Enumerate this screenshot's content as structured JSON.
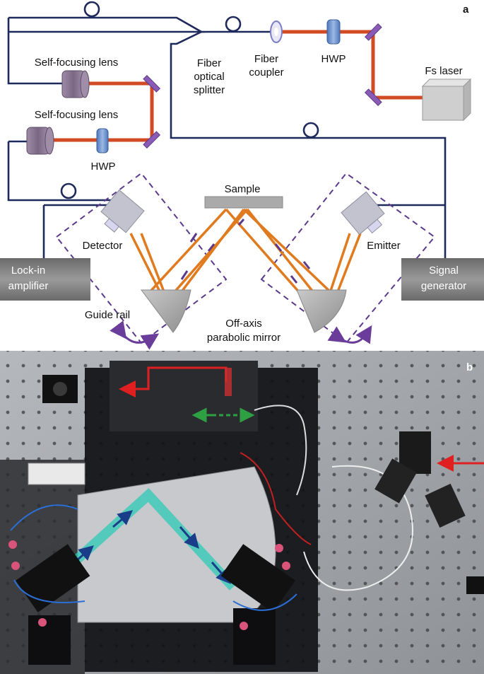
{
  "panel_a": {
    "label": "a",
    "components": {
      "fiber_splitter": [
        "Fiber",
        "optical",
        "splitter"
      ],
      "fiber_coupler": [
        "Fiber",
        "coupler"
      ],
      "hwp_top": "HWP",
      "fs_laser": "Fs laser",
      "self_focusing_lens_1": "Self-focusing lens",
      "self_focusing_lens_2": "Self-focusing lens",
      "hwp_left": "HWP",
      "sample": "Sample",
      "detector": "Detector",
      "emitter": "Emitter",
      "lockin": [
        "Lock-in",
        "amplifier"
      ],
      "signal_generator": [
        "Signal",
        "generator"
      ],
      "guide_rail": "Guide rail",
      "off_axis_mirror": [
        "Off-axis",
        "parabolic mirror"
      ]
    },
    "colors": {
      "fiber": "#1f2a5c",
      "laser_beam": "#d24a22",
      "thz_beam": "#e07a1e",
      "guide_rail_dashed": "#5b3a8c",
      "rotation_arrow": "#6a3d9a",
      "mirror_mount": "#8a5bb5",
      "lens": "#7d6b86",
      "hwp": "#6c8fc7"
    }
  },
  "panel_b": {
    "label": "b",
    "description_photo": "",
    "colors": {
      "red_arrow": "#e02020",
      "green_arrow": "#2ea043",
      "blue_arrow": "#1a3d8a",
      "beam_overlay": "#2cc9b5"
    }
  }
}
